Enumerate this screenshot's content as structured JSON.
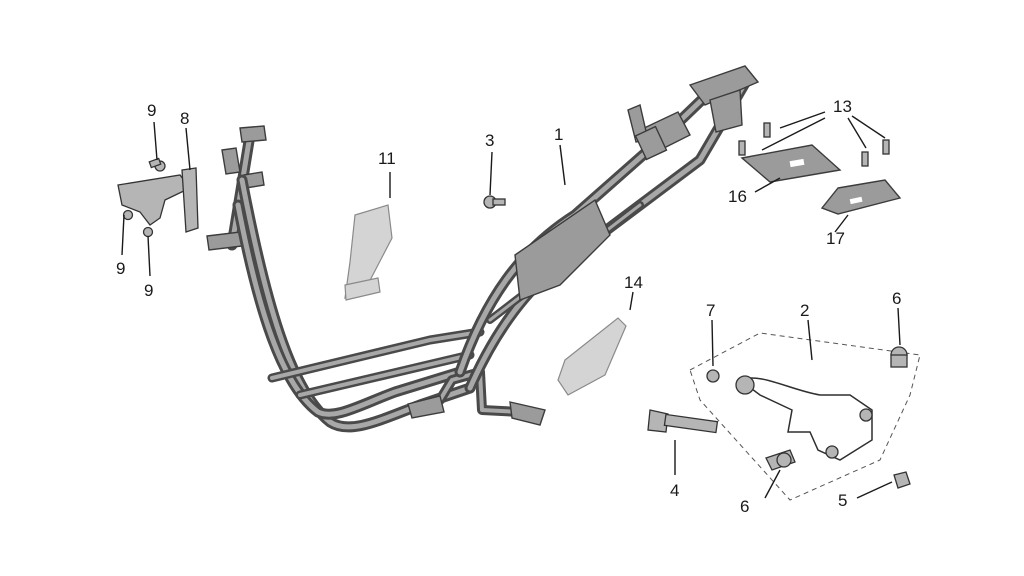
{
  "callouts": {
    "n1": "1",
    "n2": "2",
    "n3": "3",
    "n4": "4",
    "n5": "5",
    "n6a": "6",
    "n6b": "6",
    "n7": "7",
    "n8": "8",
    "n9a": "9",
    "n9b": "9",
    "n9c": "9",
    "n11": "11",
    "n13": "13",
    "n14": "14",
    "n16": "16",
    "n17": "17"
  },
  "colors": {
    "frame_tube": "#4a4a4a",
    "frame_highlight": "#a8a8a8",
    "part_fill": "#b5b5b5",
    "callout_text": "#1a1a1a"
  }
}
